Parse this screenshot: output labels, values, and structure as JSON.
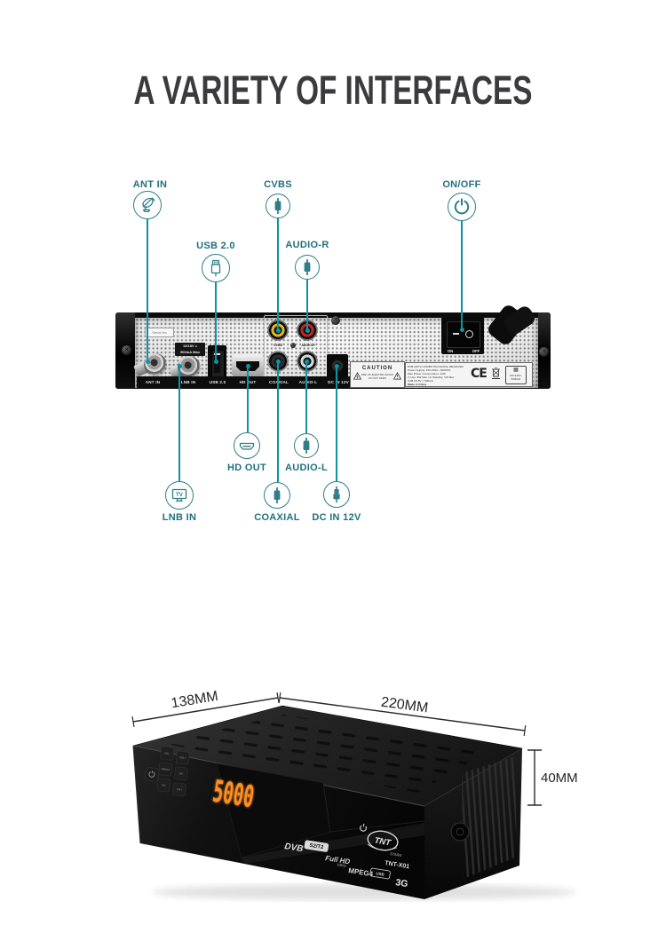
{
  "title": "A VARIETY OF INTERFACES",
  "colors": {
    "accent_line": "#0e93a3",
    "accent_text": "#20707f",
    "icon_stroke": "#2e7d87",
    "led_orange": "#ff9021",
    "title_gray": "#3b3b3d",
    "cvbs_ring": "#e2b71e",
    "audio_r_ring": "#c22323",
    "audio_l_ring": "#d8d8d8"
  },
  "callouts": {
    "ant_in": "ANT IN",
    "usb": "USB 2.0",
    "cvbs": "CVBS",
    "audio_r": "AUDIO-R",
    "on_off": "ON/OFF",
    "hd_out": "HD OUT",
    "audio_l": "AUDIO-L",
    "lnb_in": "LNB IN",
    "coaxial": "COAXIAL",
    "dc_in": "DC IN 12V",
    "tv_icon_text": "TV"
  },
  "panel": {
    "serial_label": "Serial No",
    "lnb_power_line1": "13/18V =",
    "lnb_power_line2": "500mA Max",
    "rca_top_left": "CVBS",
    "rca_top_right": "AUDIO-R",
    "port_labels": [
      "ANT IN",
      "LNB IN",
      "USB 2.0",
      "HD OUT",
      "COAXIAL",
      "AUDIO-L",
      "DC IN 12V"
    ],
    "switch_on": "ON",
    "switch_off": "OFF",
    "caution_title": "CAUTION",
    "caution_line1": "RISK OF ELECTRIC SHOCK",
    "caution_line2": "DO NOT OPEN",
    "spec_lines": [
      "DVB-S2/T2 COMBO HD DIGITAL RECEIVER",
      "Power Supply: 100-240V~ 50/60Hz",
      "Max Power Consumption: 12W",
      "In Use: 8W Max / In Standby: 1W Max",
      "USB DC5V = 500mA",
      "Made in China"
    ],
    "ce_mark": "CE",
    "voltage_line1": "100-240V~",
    "voltage_line2": "50/60Hz"
  },
  "product": {
    "led_display": "5000",
    "buttons": [
      "VOL-",
      "VOL+",
      "MENU",
      "OK",
      "CH-",
      "CH+"
    ],
    "dims": {
      "depth": "138MM",
      "width": "220MM",
      "height": "40MM"
    },
    "branding": {
      "dvb": "DVB",
      "dvb_sub": "S2/T2",
      "full_hd": "Full HD",
      "full_hd_sub": "1080p",
      "mpeg": "MPEG4",
      "logo": "TNT",
      "logo_sub": "STAR®",
      "model": "TNT-X01",
      "badge": "USB",
      "g3": "3G"
    }
  }
}
